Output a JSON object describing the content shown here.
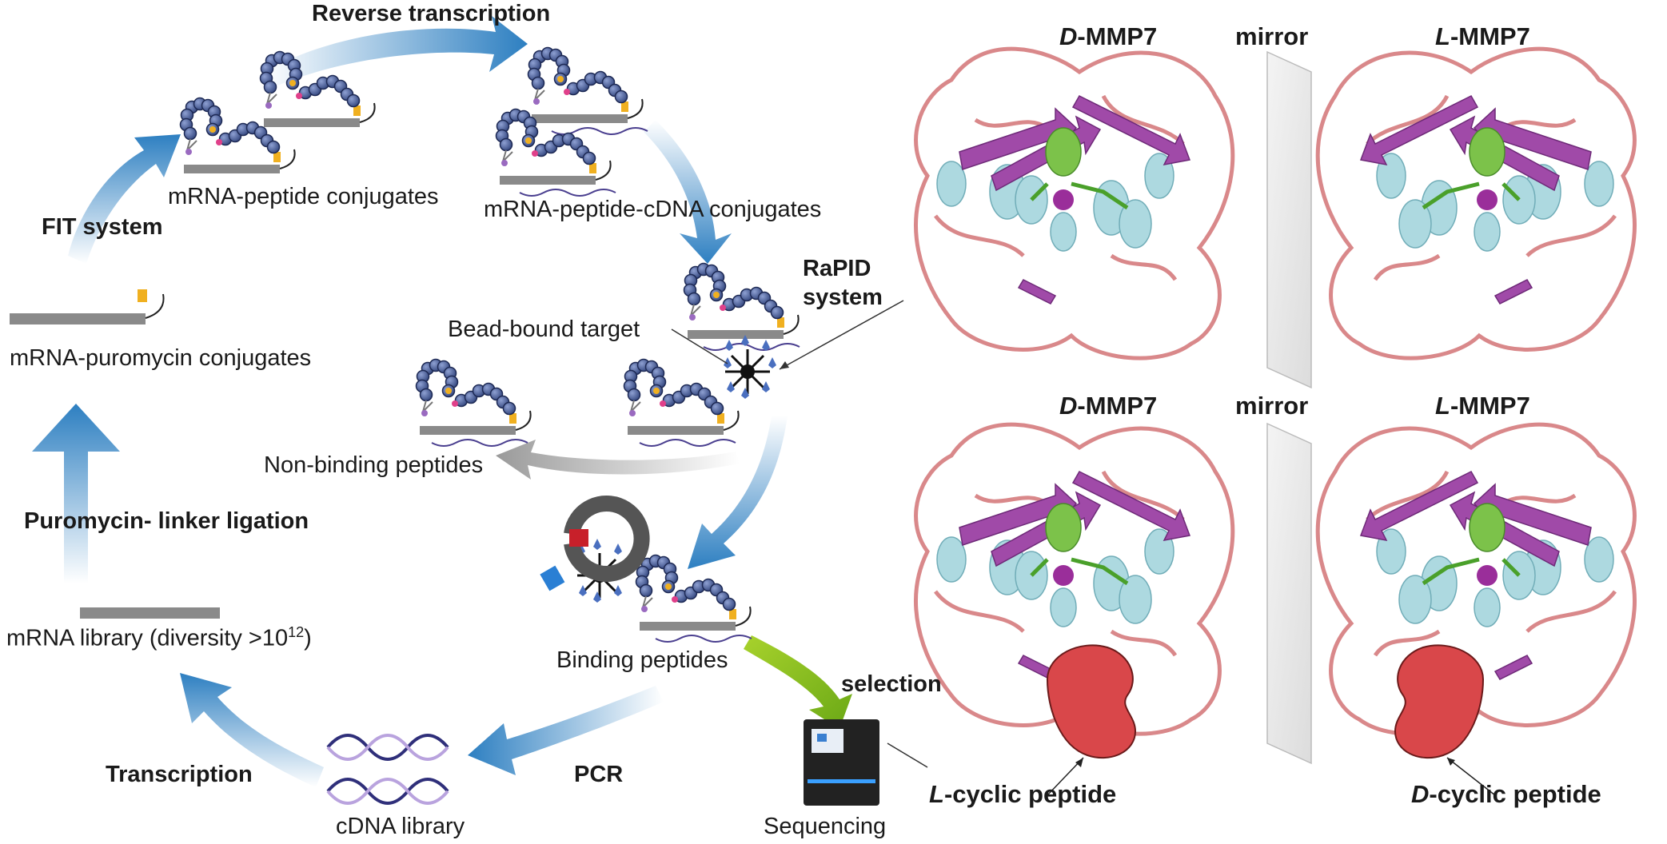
{
  "cycle": {
    "reverse_transcription": "Reverse transcription",
    "mrna_peptide_conjugates": "mRNA-peptide conjugates",
    "mrna_peptide_cdna_conjugates": "mRNA-peptide-cDNA conjugates",
    "fit_system": "FIT system",
    "rapid_system_line1": "RaPID",
    "rapid_system_line2": "system",
    "mrna_puromycin_conjugates": "mRNA-puromycin conjugates",
    "bead_bound_target": "Bead-bound target",
    "non_binding_peptides": "Non-binding peptides",
    "puromycin_linker_ligation": "Puromycin- linker ligation",
    "mrna_library_prefix": "mRNA library (diversity >10",
    "mrna_library_exponent": "12",
    "mrna_library_suffix": ")",
    "binding_peptides": "Binding peptides",
    "selection": "selection",
    "transcription": "Transcription",
    "pcr": "PCR",
    "cdna_library": "cDNA library",
    "sequencing": "Sequencing"
  },
  "structures": {
    "top_left_prefix": "D",
    "top_left_suffix": "-MMP7",
    "top_mirror": "mirror",
    "top_right_prefix": "L",
    "top_right_suffix": "-MMP7",
    "bottom_left_prefix": "D",
    "bottom_left_suffix": "-MMP7",
    "bottom_mirror": "mirror",
    "bottom_right_prefix": "L",
    "bottom_right_suffix": "-MMP7",
    "l_cyclic_prefix": "L",
    "l_cyclic_suffix": "-cyclic peptide",
    "d_cyclic_prefix": "D",
    "d_cyclic_suffix": "-cyclic peptide"
  },
  "colors": {
    "arrow_blue": "#2d7fc1",
    "bead_navy": "#3d4f86",
    "mrna_gray": "#8a8a8a",
    "puromycin_yellow": "#f0b020",
    "selection_green": "#7cb81c",
    "helix_cyan": "#a9d8df",
    "sheet_purple": "#a04aa8",
    "loop_pink": "#d9888a",
    "zinc_magenta": "#9a2e9a",
    "peptide_red": "#d9474a"
  }
}
